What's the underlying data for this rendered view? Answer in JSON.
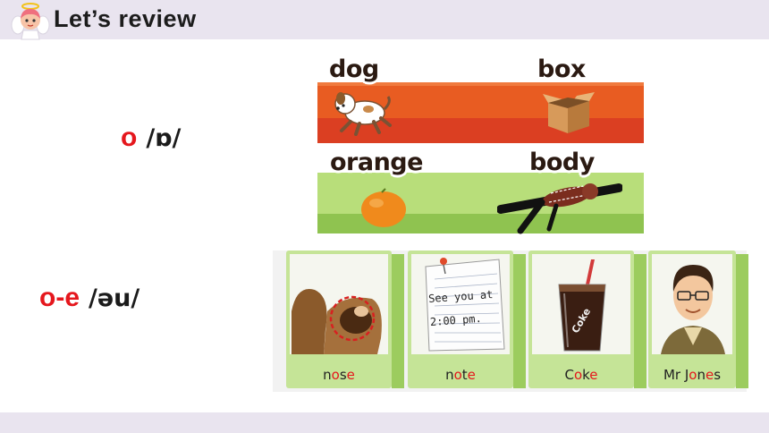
{
  "header": {
    "title": "Let’s review"
  },
  "rules": [
    {
      "letter": "o",
      "phoneme": "/ɒ/"
    },
    {
      "letter": "o-e",
      "phoneme": "/əu/"
    }
  ],
  "words_o": [
    "dog",
    "box",
    "orange",
    "body"
  ],
  "cards": [
    {
      "pre": "n",
      "hi": "o",
      "mid": "s",
      "hi2": "e",
      "post": ""
    },
    {
      "pre": "n",
      "hi": "o",
      "mid": "t",
      "hi2": "e",
      "post": ""
    },
    {
      "pre": "C",
      "hi": "o",
      "mid": "k",
      "hi2": "e",
      "post": ""
    },
    {
      "pre": "Mr J",
      "hi": "o",
      "mid": "n",
      "hi2": "e",
      "post": "s"
    }
  ],
  "note_text": [
    "See you at",
    "2:00 pm."
  ],
  "coke_can_text": "Coke",
  "colors": {
    "header_bg": "#e9e4ef",
    "letter_red": "#e5171d",
    "band_orange": "#e85c22",
    "band_green": "#b8de7a",
    "card_green": "#c5e497"
  }
}
